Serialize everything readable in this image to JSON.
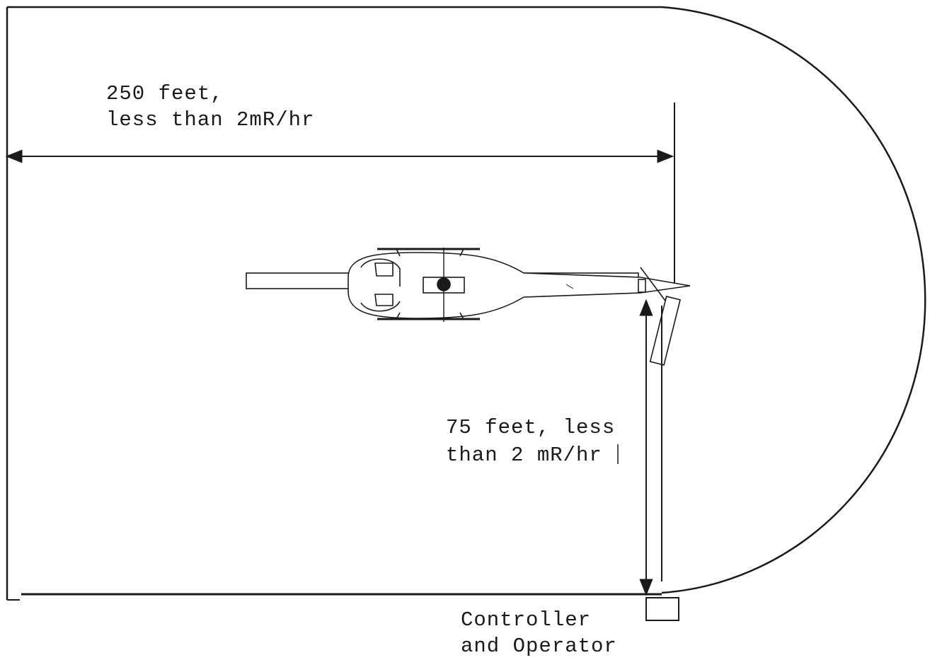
{
  "diagram": {
    "distance_250": {
      "line1": "250 feet,",
      "line2": "less than 2mR/hr"
    },
    "distance_75": {
      "line1": "75 feet, less",
      "line2": "than 2 mR/hr"
    },
    "controller": {
      "line1": "Controller",
      "line2": "and Operator"
    }
  }
}
